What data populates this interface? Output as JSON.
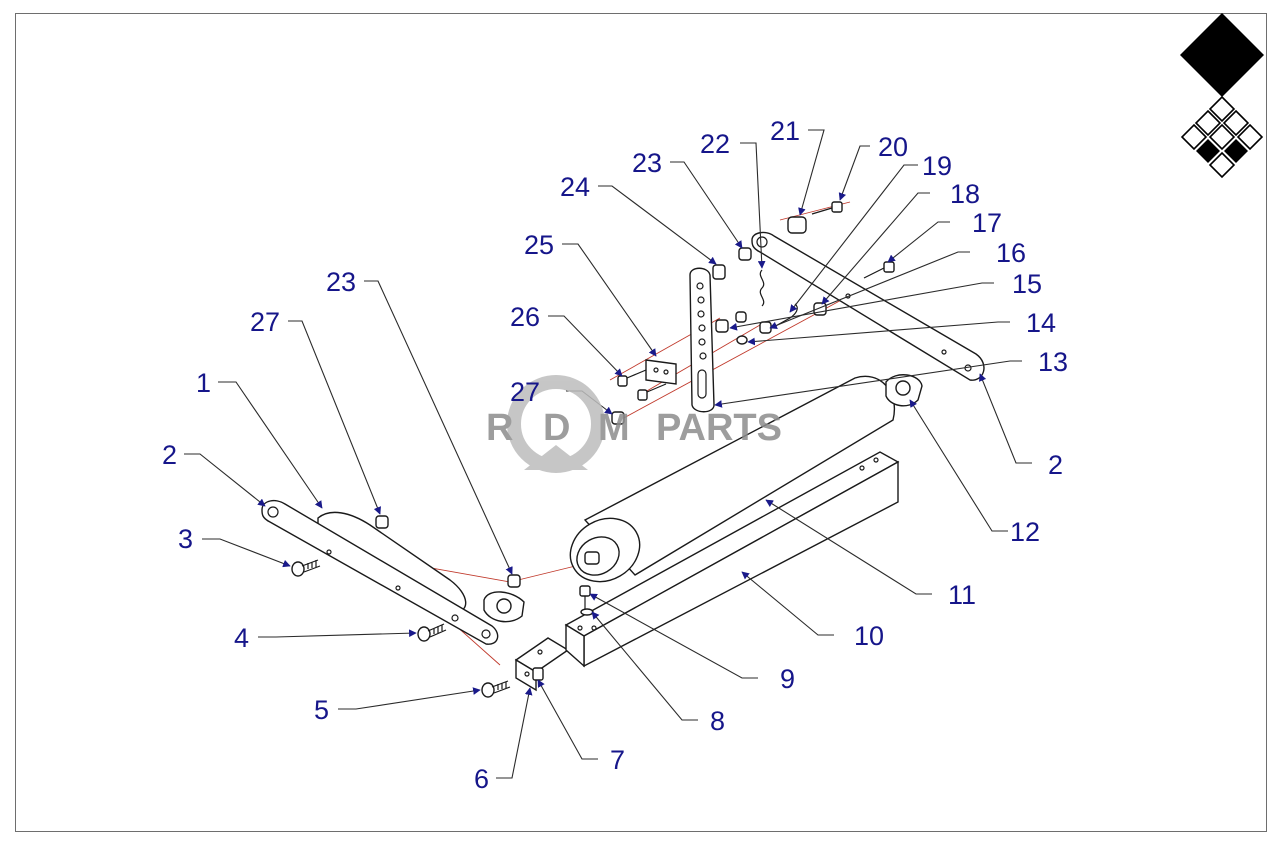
{
  "watermark": {
    "letters": [
      "R",
      "D",
      "M"
    ],
    "word": "PARTS"
  },
  "callouts": [
    {
      "id": "c1",
      "label": "1"
    },
    {
      "id": "c2a",
      "label": "2"
    },
    {
      "id": "c2b",
      "label": "2"
    },
    {
      "id": "c3",
      "label": "3"
    },
    {
      "id": "c4",
      "label": "4"
    },
    {
      "id": "c5",
      "label": "5"
    },
    {
      "id": "c6",
      "label": "6"
    },
    {
      "id": "c7",
      "label": "7"
    },
    {
      "id": "c8",
      "label": "8"
    },
    {
      "id": "c9",
      "label": "9"
    },
    {
      "id": "c10",
      "label": "10"
    },
    {
      "id": "c11",
      "label": "11"
    },
    {
      "id": "c12",
      "label": "12"
    },
    {
      "id": "c13",
      "label": "13"
    },
    {
      "id": "c14",
      "label": "14"
    },
    {
      "id": "c15",
      "label": "15"
    },
    {
      "id": "c16",
      "label": "16"
    },
    {
      "id": "c17",
      "label": "17"
    },
    {
      "id": "c18",
      "label": "18"
    },
    {
      "id": "c19",
      "label": "19"
    },
    {
      "id": "c20",
      "label": "20"
    },
    {
      "id": "c21",
      "label": "21"
    },
    {
      "id": "c22",
      "label": "22"
    },
    {
      "id": "c23a",
      "label": "23"
    },
    {
      "id": "c23b",
      "label": "23"
    },
    {
      "id": "c24",
      "label": "24"
    },
    {
      "id": "c25",
      "label": "25"
    },
    {
      "id": "c26",
      "label": "26"
    },
    {
      "id": "c27a",
      "label": "27"
    },
    {
      "id": "c27b",
      "label": "27"
    }
  ],
  "colors": {
    "callout": "#16168a",
    "line": "#1a1a1a",
    "axis": "#c0392b",
    "watermark": "#8d8d8d"
  }
}
